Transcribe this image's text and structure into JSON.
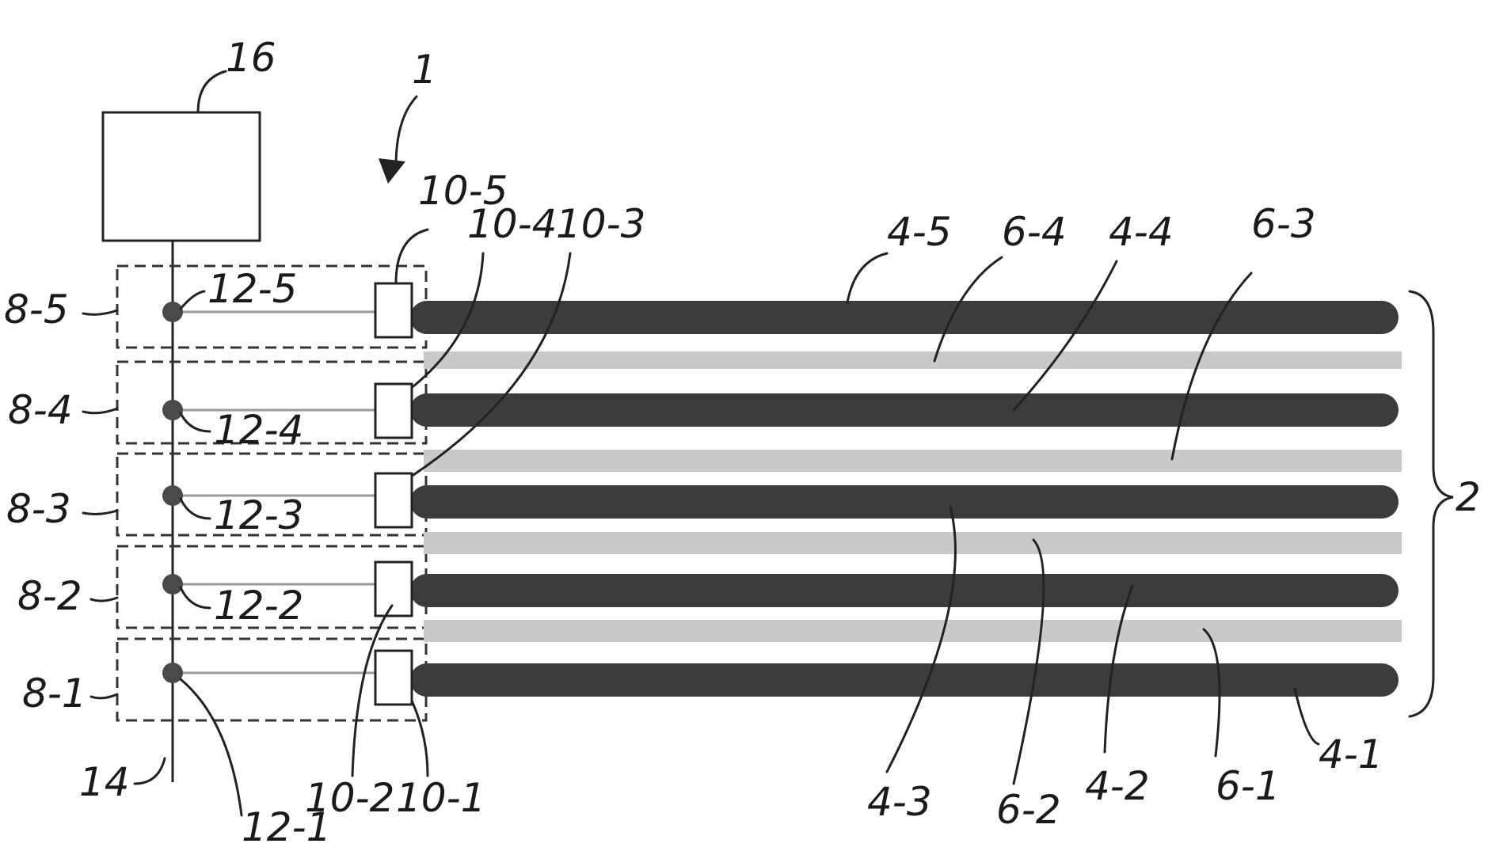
{
  "labels": {
    "device": "1",
    "group": "2",
    "bus": "14",
    "controller": "16",
    "electrodes": [
      "4-1",
      "4-2",
      "4-3",
      "4-4",
      "4-5"
    ],
    "gaps": [
      "6-1",
      "6-2",
      "6-3",
      "6-4"
    ],
    "modules": [
      "8-1",
      "8-2",
      "8-3",
      "8-4",
      "8-5"
    ],
    "terminals": [
      "10-1",
      "10-2",
      "10-3",
      "10-4",
      "10-5"
    ],
    "nodes": [
      "12-1",
      "12-2",
      "12-3",
      "12-4",
      "12-5"
    ]
  }
}
